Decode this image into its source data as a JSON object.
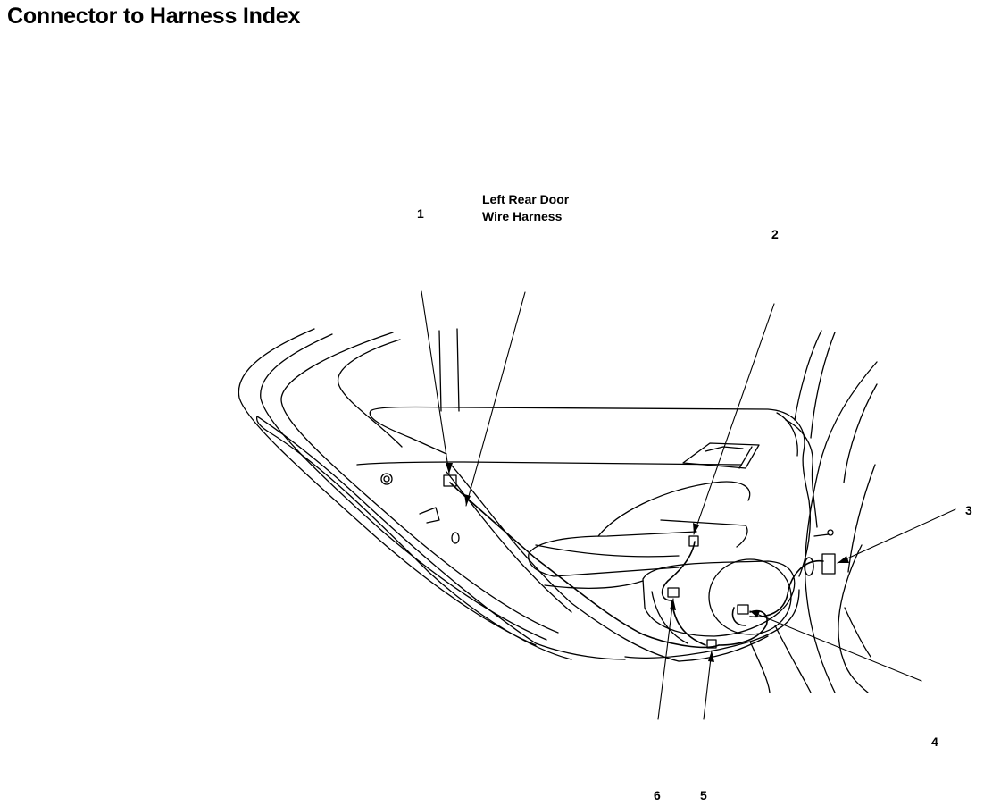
{
  "page": {
    "title": "Connector to Harness Index"
  },
  "diagram": {
    "harness_label": {
      "line1": "Left Rear Door",
      "line2": "Wire Harness"
    },
    "callouts": [
      "1",
      "2",
      "3",
      "4",
      "5",
      "6"
    ]
  }
}
